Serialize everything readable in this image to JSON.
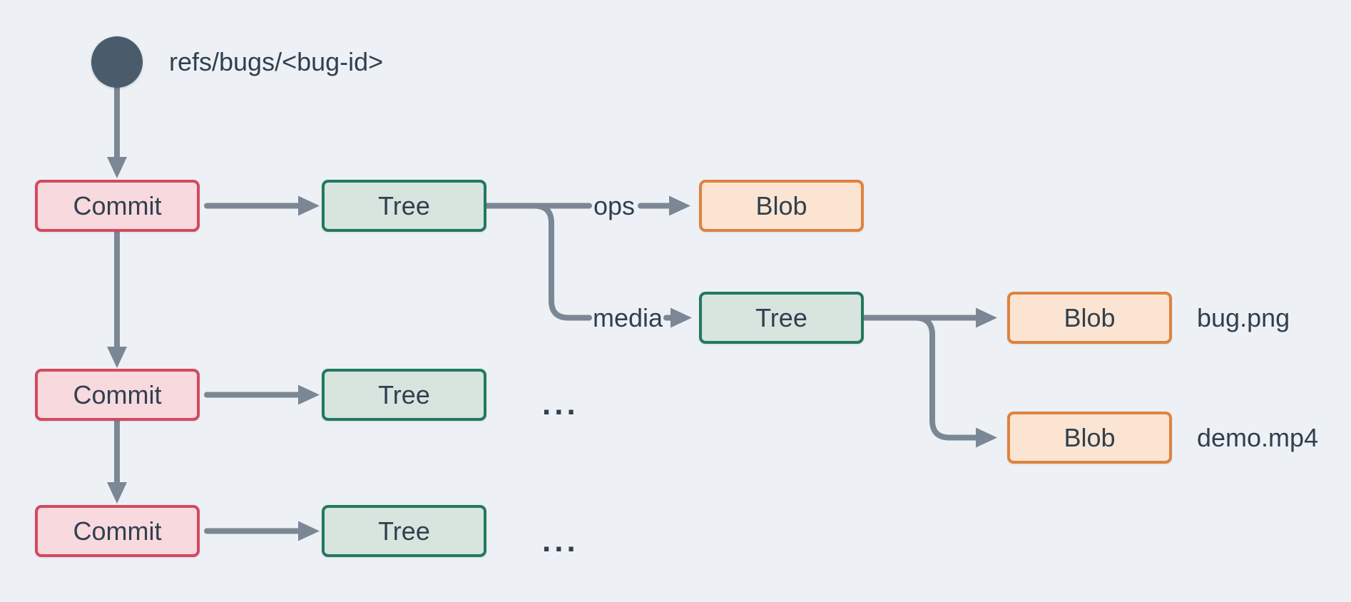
{
  "diagram": {
    "ref": {
      "label": "refs/bugs/<bug-id>"
    },
    "nodes": [
      {
        "id": "commit-1",
        "type": "commit",
        "label": "Commit"
      },
      {
        "id": "tree-1",
        "type": "tree",
        "label": "Tree"
      },
      {
        "id": "blob-ops",
        "type": "blob",
        "label": "Blob"
      },
      {
        "id": "tree-media",
        "type": "tree",
        "label": "Tree"
      },
      {
        "id": "blob-bug",
        "type": "blob",
        "label": "Blob"
      },
      {
        "id": "blob-demo",
        "type": "blob",
        "label": "Blob"
      },
      {
        "id": "commit-2",
        "type": "commit",
        "label": "Commit"
      },
      {
        "id": "tree-2",
        "type": "tree",
        "label": "Tree"
      },
      {
        "id": "commit-3",
        "type": "commit",
        "label": "Commit"
      },
      {
        "id": "tree-3",
        "type": "tree",
        "label": "Tree"
      }
    ],
    "edge_labels": {
      "ops": "ops",
      "media": "media"
    },
    "file_labels": {
      "bug": "bug.png",
      "demo": "demo.mp4"
    },
    "ellipsis": "...",
    "colors": {
      "background": "#edf1f5",
      "line": "#7b8795",
      "text": "#31404f",
      "ref_circle": "#4a5b6b",
      "commit_fill": "#f8d9de",
      "commit_border": "#d24a60",
      "tree_fill": "#d7e5de",
      "tree_border": "#23785f",
      "blob_fill": "#fbe5d2",
      "blob_border": "#e08240"
    }
  }
}
